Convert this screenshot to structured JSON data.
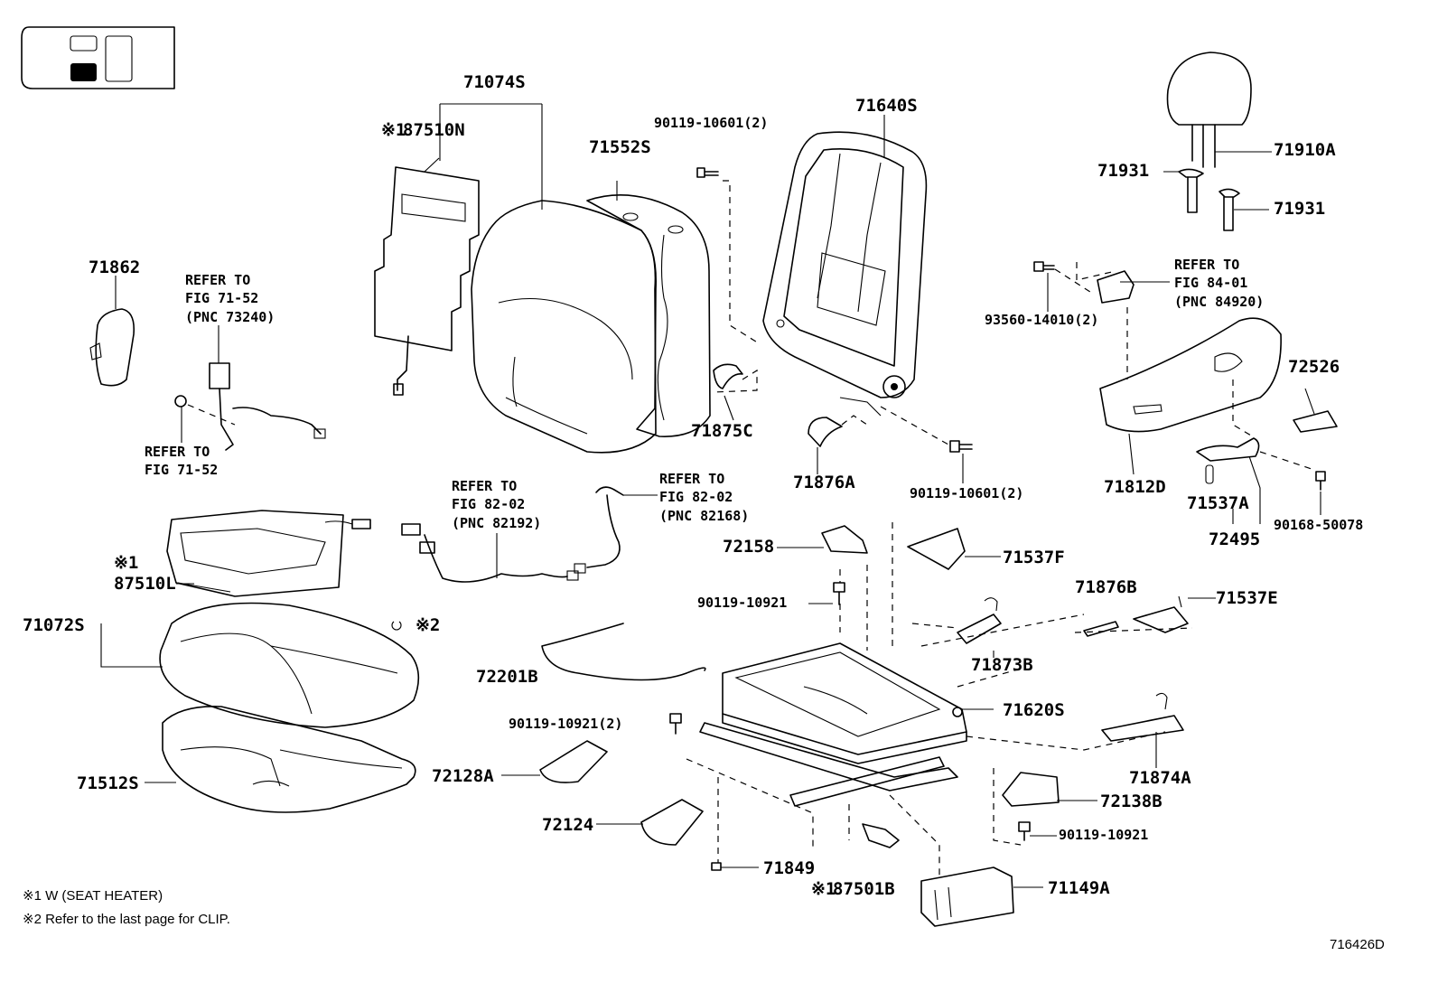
{
  "locator": {
    "icon": "seat-position-locator-icon"
  },
  "labels": {
    "p71074S": "71074S",
    "p87510N": "87510N",
    "p71552S": "71552S",
    "p90119_top": "90119-10601(2)",
    "p71640S": "71640S",
    "p71910A": "71910A",
    "p71931a": "71931",
    "p71931b": "71931",
    "p71862": "71862",
    "p93560": "93560-14010(2)",
    "p72526": "72526",
    "p71875C": "71875C",
    "p71876A": "71876A",
    "p90119_mid": "90119-10601(2)",
    "p71812D": "71812D",
    "p71537A": "71537A",
    "p72495": "72495",
    "p90168": "90168-50078",
    "p72158": "72158",
    "p71537F": "71537F",
    "p90119_10921": "90119-10921",
    "p71876B": "71876B",
    "p71537E": "71537E",
    "p87510L": "87510L",
    "p71072S": "71072S",
    "p72201B": "72201B",
    "p71873B": "71873B",
    "p71620S": "71620S",
    "p90119_10921x2": "90119-10921(2)",
    "p72128A": "72128A",
    "p71512S": "71512S",
    "p71874A": "71874A",
    "p72138B": "72138B",
    "p72124": "72124",
    "p90119_10921b": "90119-10921",
    "p71849": "71849",
    "p87501B": "87501B",
    "p71149A": "71149A"
  },
  "marks": {
    "m1": "※1",
    "m1b": "※1",
    "m1c": "※1",
    "m2": "※2"
  },
  "refs": {
    "r7152_top": "REFER TO\nFIG 71-52\n(PNC 73240)",
    "r7152_bottom": "REFER TO\nFIG 71-52",
    "r8202_left": "REFER TO\nFIG 82-02\n(PNC 82192)",
    "r8202_right": "REFER TO\nFIG 82-02\n(PNC 82168)",
    "r8401": "REFER TO\nFIG 84-01\n(PNC 84920)"
  },
  "notes": {
    "n1": "※1 W (SEAT HEATER)",
    "n2": "※2  Refer to the last page for CLIP.",
    "diagram_code": "716426D"
  }
}
